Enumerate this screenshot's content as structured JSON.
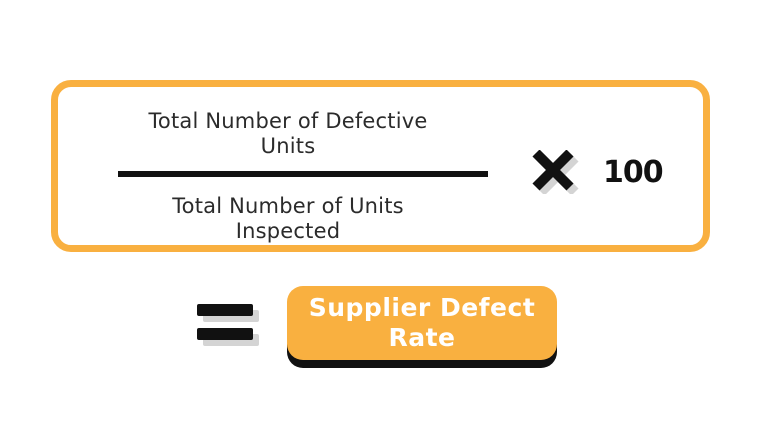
{
  "formula": {
    "numerator": "Total Number of Defective Units",
    "denominator": "Total Number of Units Inspected",
    "operator": "multiply-icon",
    "multiplier": "100",
    "equals": "equals-icon",
    "result": "Supplier Defect Rate"
  },
  "colors": {
    "accent": "#f9b040",
    "text": "#2b2b2b",
    "dark": "#111111",
    "shadow": "#d9d9d9",
    "result_text": "#ffffff"
  }
}
